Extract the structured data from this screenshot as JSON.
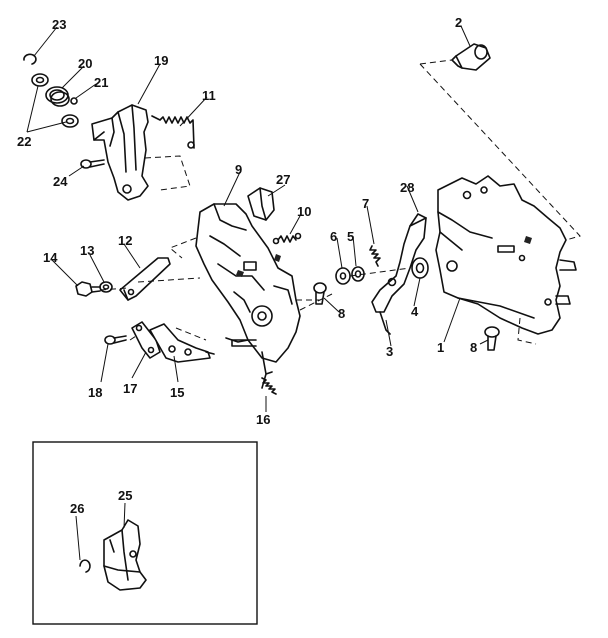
{
  "callouts": {
    "c1": "1",
    "c2": "2",
    "c3": "3",
    "c4": "4",
    "c5": "5",
    "c6": "6",
    "c7": "7",
    "c8a": "8",
    "c8b": "8",
    "c9": "9",
    "c10": "10",
    "c11": "11",
    "c12": "12",
    "c13": "13",
    "c14": "14",
    "c15": "15",
    "c16": "16",
    "c17": "17",
    "c18": "18",
    "c19": "19",
    "c20": "20",
    "c21": "21",
    "c22": "22",
    "c23": "23",
    "c24": "24",
    "c25": "25",
    "c26": "26",
    "c27": "27",
    "c28": "28"
  }
}
